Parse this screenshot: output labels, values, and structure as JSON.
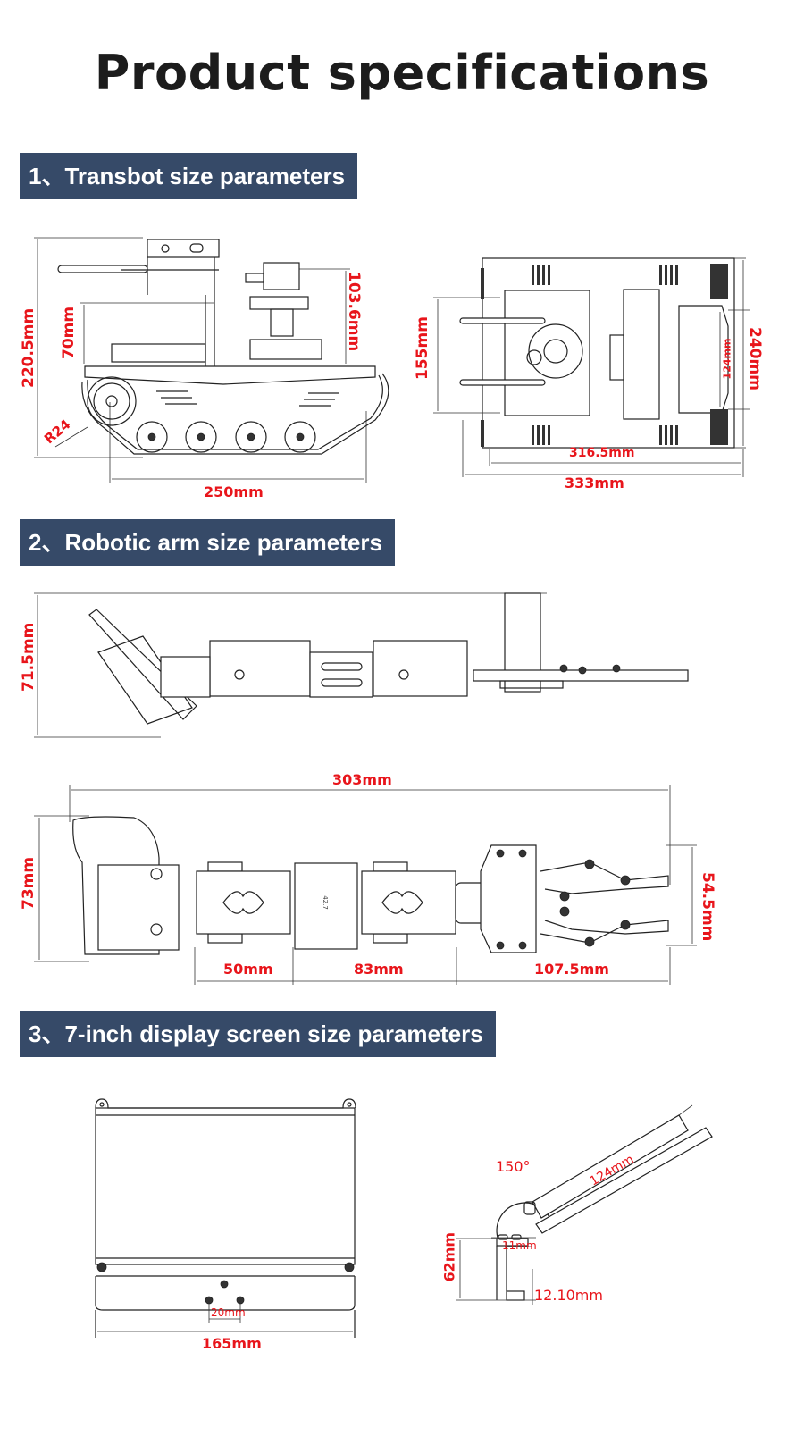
{
  "page": {
    "title": "Product specifications",
    "accent_color": "#364a68",
    "dimension_color": "#e8151b"
  },
  "sections": [
    {
      "heading": "1、Transbot size parameters",
      "side_view": {
        "total_height": "220.5mm",
        "upper_height": "70mm",
        "camera_height": "103.6mm",
        "wheel_radius": "R24",
        "wheelbase": "250mm"
      },
      "top_view": {
        "inner_width": "155mm",
        "inner_length": "316.5mm",
        "total_length": "333mm",
        "total_width": "240mm",
        "rear_width": "124mm"
      }
    },
    {
      "heading": "2、Robotic arm size parameters",
      "side_view": {
        "height": "71.5mm"
      },
      "top_view": {
        "total_length": "303mm",
        "height": "73mm",
        "gripper_width": "54.5mm",
        "segment_1": "50mm",
        "segment_2": "83mm",
        "segment_3": "107.5mm",
        "small_mark": "42.7"
      }
    },
    {
      "heading": "3、7-inch display screen size parameters",
      "front_view": {
        "width": "165mm",
        "hole_spacing": "20mm"
      },
      "side_view": {
        "angle": "150°",
        "panel_length": "124mm",
        "bracket_height": "62mm",
        "bracket_depth": "11mm",
        "foot_height": "12.10mm"
      }
    }
  ]
}
